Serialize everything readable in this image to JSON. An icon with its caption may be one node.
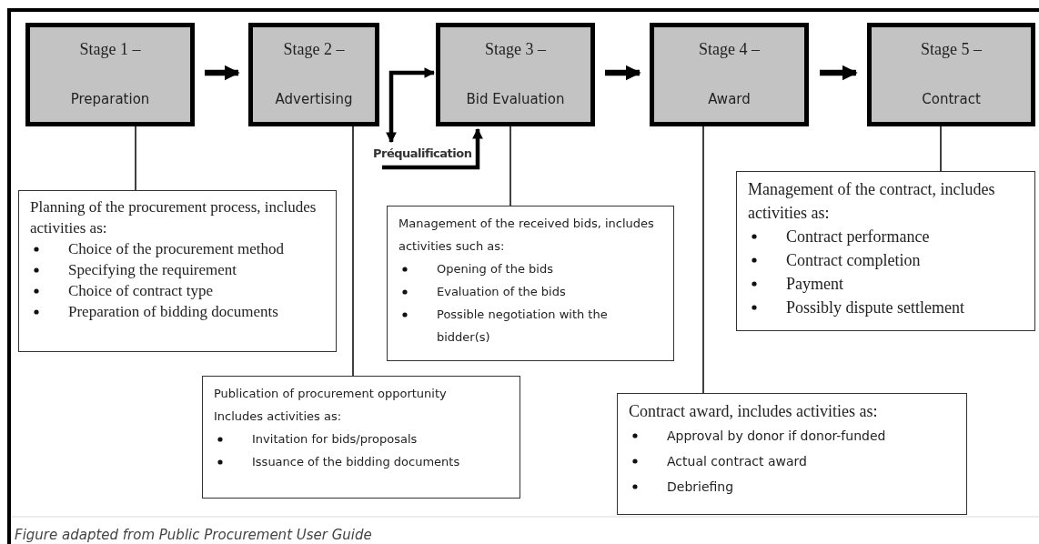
{
  "diagram": {
    "caption": "Figure adapted from Public Procurement User Guide",
    "nodes": [
      {
        "text": [
          "Stage 1 –",
          "Preparation"
        ]
      },
      {
        "text": [
          "Stage 2 –",
          "Advertising"
        ]
      },
      {
        "text": [
          "Stage 3 –",
          "Bid Evaluation"
        ]
      },
      {
        "text": [
          "Stage 4 –",
          "Award"
        ]
      },
      {
        "text": [
          "Stage 5 –",
          "Contract"
        ]
      },
      {
        "text": [
          "Préqualification"
        ]
      },
      {
        "text": [
          "Planning of the procurement process, includes activities as:",
          "Choice of the procurement method",
          "Specifying the requirement",
          "Choice of contract type",
          "Preparation of bidding documents"
        ]
      },
      {
        "text": [
          "Publication of procurement opportunity",
          "Includes activities as:",
          "Invitation for bids/proposals",
          "Issuance of the bidding documents"
        ]
      },
      {
        "text": [
          "Management of the received bids, includes activities such as:",
          "Opening of the bids",
          "Evaluation of the bids",
          "Possible negotiation with the bidder(s)"
        ]
      },
      {
        "text": [
          "Contract award, includes activities as:",
          "Approval by donor if donor-funded",
          "Actual contract award",
          "Debriefing"
        ]
      },
      {
        "text": [
          "Management of the contract, includes activities as:",
          "Contract performance",
          "Contract completion",
          "Payment",
          "Possibly dispute settlement"
        ]
      }
    ],
    "edges": [
      {
        "from": 0,
        "to": 1,
        "arrow": "to",
        "style": "thick"
      },
      {
        "from": 5,
        "to": 2,
        "arrow": "both",
        "style": "thick"
      },
      {
        "from": 5,
        "to": 2,
        "arrow": "to",
        "style": "thick"
      },
      {
        "from": 2,
        "to": 3,
        "arrow": "to",
        "style": "thick"
      },
      {
        "from": 3,
        "to": 4,
        "arrow": "to",
        "style": "thick"
      },
      {
        "from": 0,
        "to": 6,
        "arrow": "none"
      },
      {
        "from": 1,
        "to": 7,
        "arrow": "none"
      },
      {
        "from": 2,
        "to": 8,
        "arrow": "none"
      },
      {
        "from": 3,
        "to": 9,
        "arrow": "none"
      },
      {
        "from": 4,
        "to": 10,
        "arrow": "none"
      }
    ]
  }
}
